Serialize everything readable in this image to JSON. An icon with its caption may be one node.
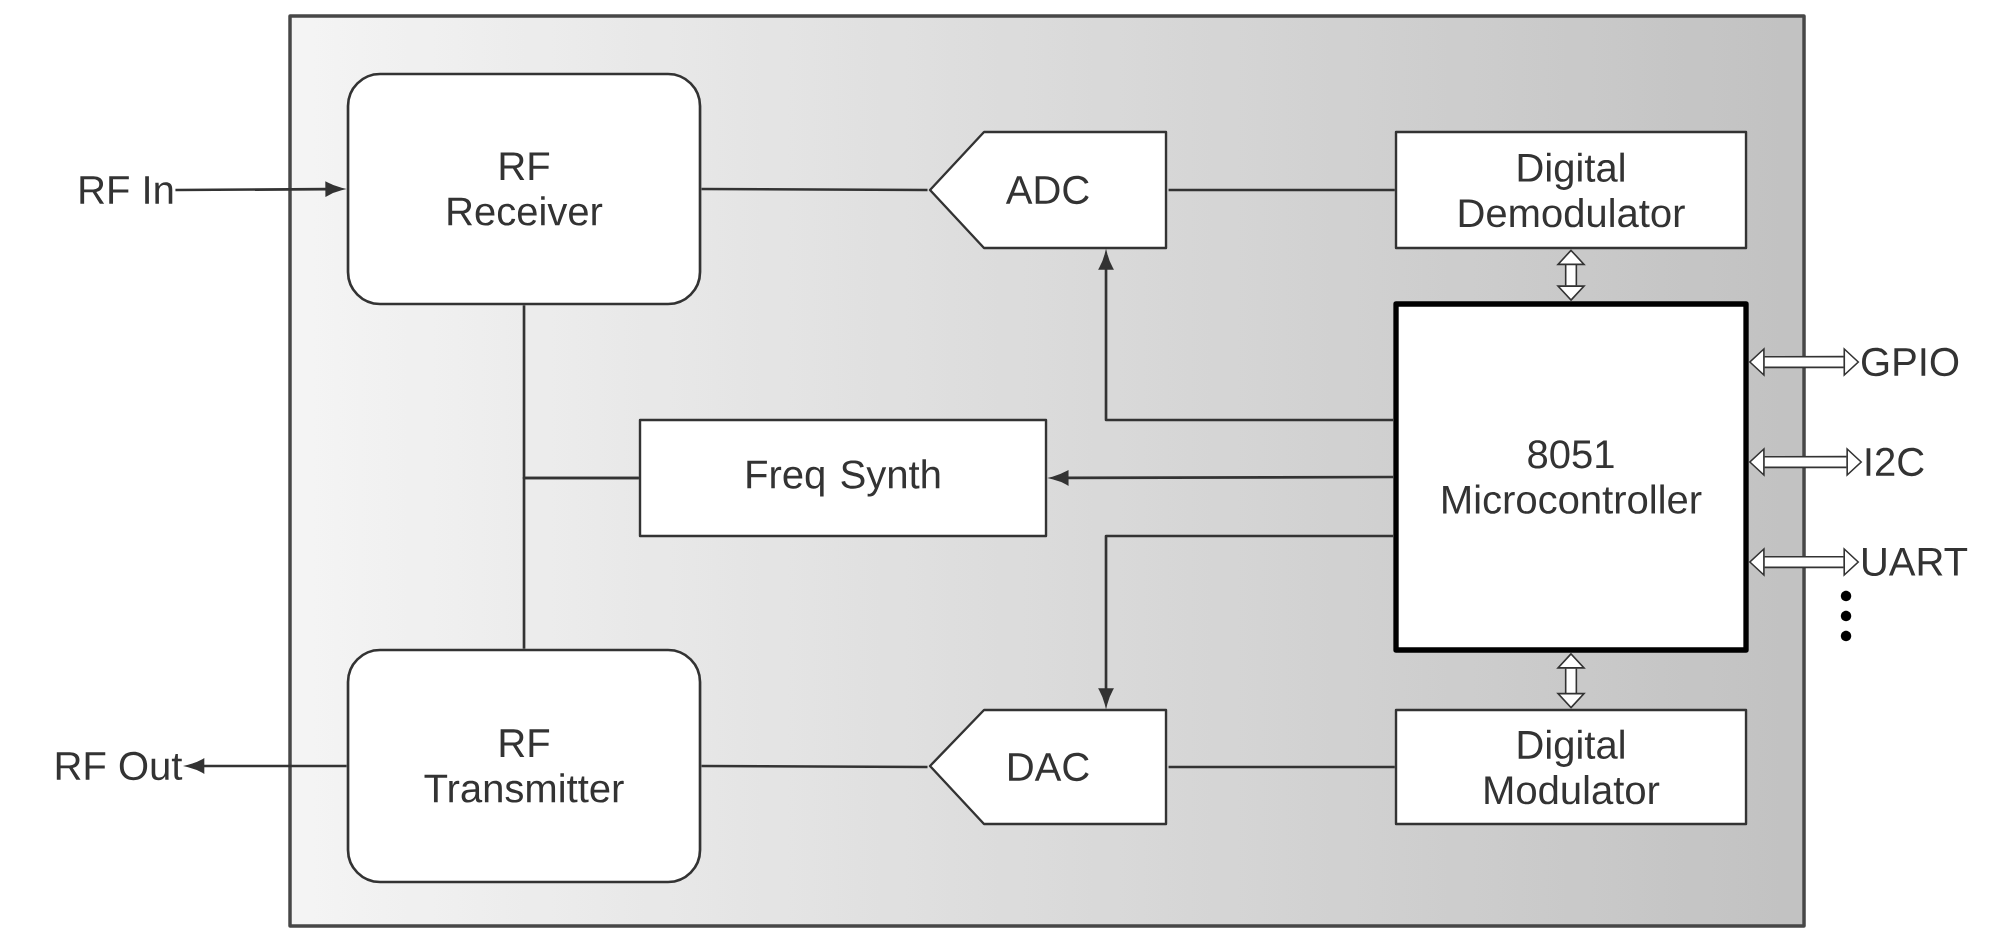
{
  "diagram": {
    "nodes": [
      {
        "text": [],
        "shape": "box"
      },
      {
        "text": [
          "RF In"
        ]
      },
      {
        "text": [
          "RF Receiver"
        ],
        "in": 0
      },
      {
        "text": [
          "ADC"
        ],
        "in": 0
      },
      {
        "text": [
          "Digital Demodulator"
        ],
        "in": 0
      },
      {
        "text": [
          "8051 Microcontroller"
        ],
        "in": 0
      },
      {
        "text": [
          "GPIO"
        ]
      },
      {
        "text": [
          "Freq Synth"
        ],
        "in": 0
      },
      {
        "text": [
          "I2C"
        ]
      },
      {
        "text": [
          "UART"
        ]
      },
      {
        "text": [
          "RF Out"
        ]
      },
      {
        "text": [
          "RF Transmitter"
        ],
        "in": 0
      },
      {
        "text": [
          "DAC"
        ],
        "in": 0
      },
      {
        "text": [
          "Digital Modulator"
        ],
        "in": 0
      }
    ],
    "edges": [
      {
        "from": 1,
        "to": 2,
        "arrow": "to"
      },
      {
        "from": 2,
        "to": 3,
        "arrow": "none"
      },
      {
        "from": 3,
        "to": 4,
        "arrow": "none"
      },
      {
        "from": 4,
        "to": 5,
        "arrow": "both",
        "style": "thick"
      },
      {
        "from": 5,
        "to": 3,
        "arrow": "to"
      },
      {
        "from": 5,
        "to": 6,
        "arrow": "both",
        "style": "thick"
      },
      {
        "from": 5,
        "to": 7,
        "arrow": "to"
      },
      {
        "from": 7,
        "to": 2,
        "arrow": "none"
      },
      {
        "from": 7,
        "to": 11,
        "arrow": "none"
      },
      {
        "from": 5,
        "to": 8,
        "arrow": "both",
        "style": "thick"
      },
      {
        "from": 5,
        "to": 9,
        "arrow": "both",
        "style": "thick"
      },
      {
        "from": 5,
        "to": 12,
        "arrow": "to"
      },
      {
        "from": 5,
        "to": 13,
        "arrow": "both",
        "style": "thick"
      },
      {
        "from": 12,
        "to": 13,
        "arrow": "none"
      },
      {
        "from": 11,
        "to": 12,
        "arrow": "none"
      },
      {
        "from": 11,
        "to": 10,
        "arrow": "to"
      }
    ]
  }
}
